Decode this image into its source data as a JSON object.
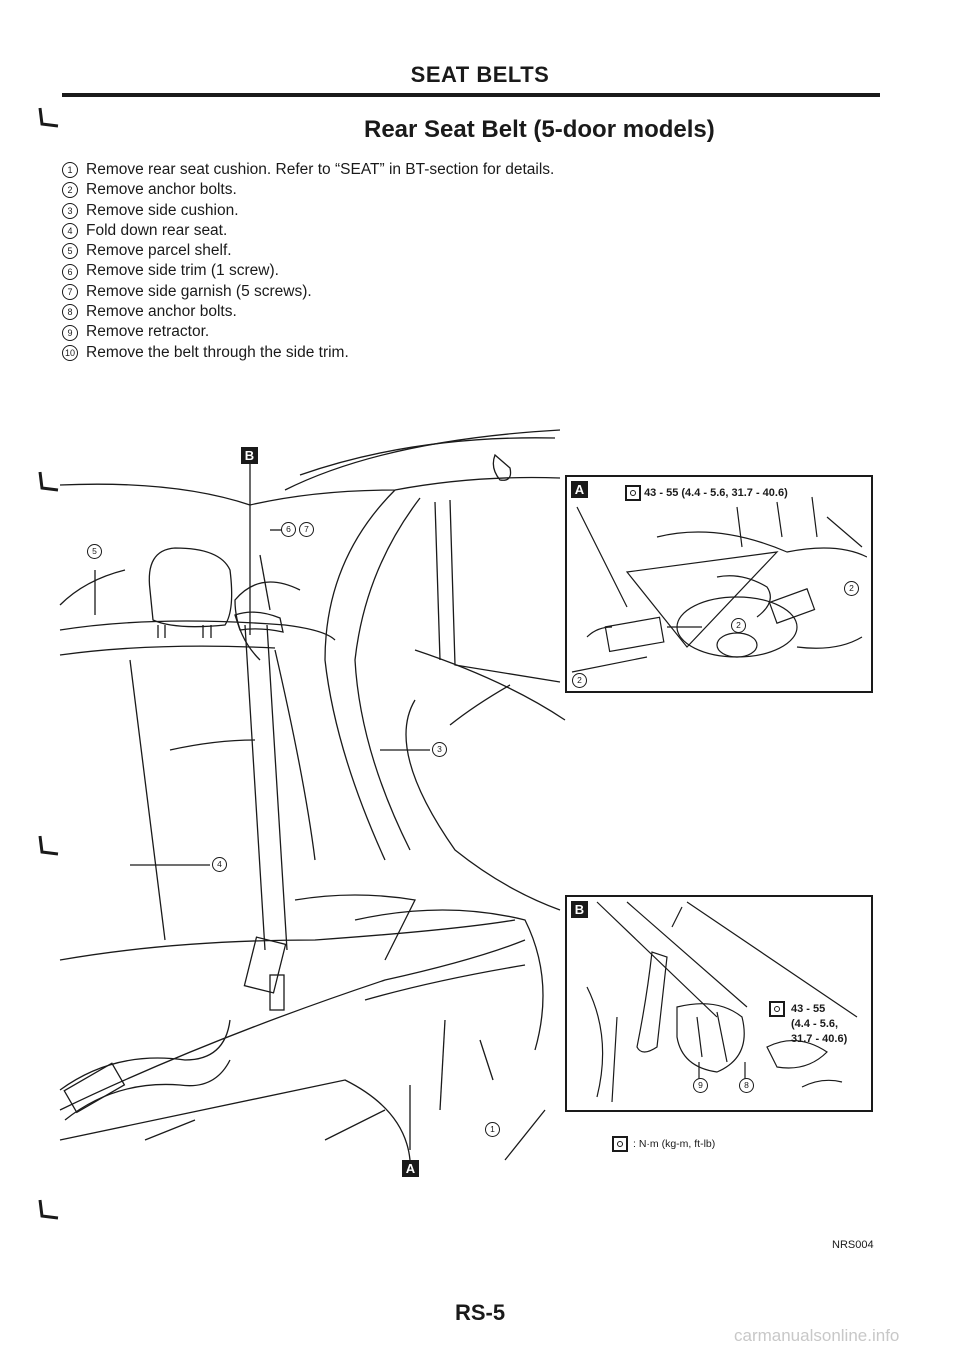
{
  "header": {
    "title": "SEAT BELTS"
  },
  "section": {
    "title": "Rear Seat Belt (5-door models)"
  },
  "steps": [
    {
      "num": "1",
      "text": "Remove rear seat cushion. Refer to “SEAT” in BT-section for details."
    },
    {
      "num": "2",
      "text": "Remove anchor bolts."
    },
    {
      "num": "3",
      "text": "Remove side cushion."
    },
    {
      "num": "4",
      "text": "Fold down rear seat."
    },
    {
      "num": "5",
      "text": "Remove parcel shelf."
    },
    {
      "num": "6",
      "text": "Remove side trim (1 screw)."
    },
    {
      "num": "7",
      "text": "Remove side garnish (5 screws)."
    },
    {
      "num": "8",
      "text": "Remove anchor bolts."
    },
    {
      "num": "9",
      "text": "Remove retractor."
    },
    {
      "num": "10",
      "text": "Remove the belt through the side trim."
    }
  ],
  "illustration": {
    "main_labels": {
      "a": "A",
      "b": "B"
    },
    "callouts": {
      "c1": "1",
      "c3": "3",
      "c4": "4",
      "c5": "5",
      "c6": "6",
      "c7": "7"
    },
    "inset_a": {
      "letter": "A",
      "torque": "43 - 55 (4.4 - 5.6, 31.7 - 40.6)",
      "callout_2a": "2",
      "callout_2b": "2",
      "callout_2c": "2"
    },
    "inset_b": {
      "letter": "B",
      "torque_line1": "43 - 55",
      "torque_line2": "(4.4 - 5.6,",
      "torque_line3": "31.7 - 40.6)",
      "callout_9": "9",
      "callout_8": "8"
    },
    "legend": ": N·m (kg-m, ft-lb)"
  },
  "footer": {
    "doc_code": "NRS004",
    "page_number": "RS-5",
    "watermark": "carmanualsonline.info"
  }
}
